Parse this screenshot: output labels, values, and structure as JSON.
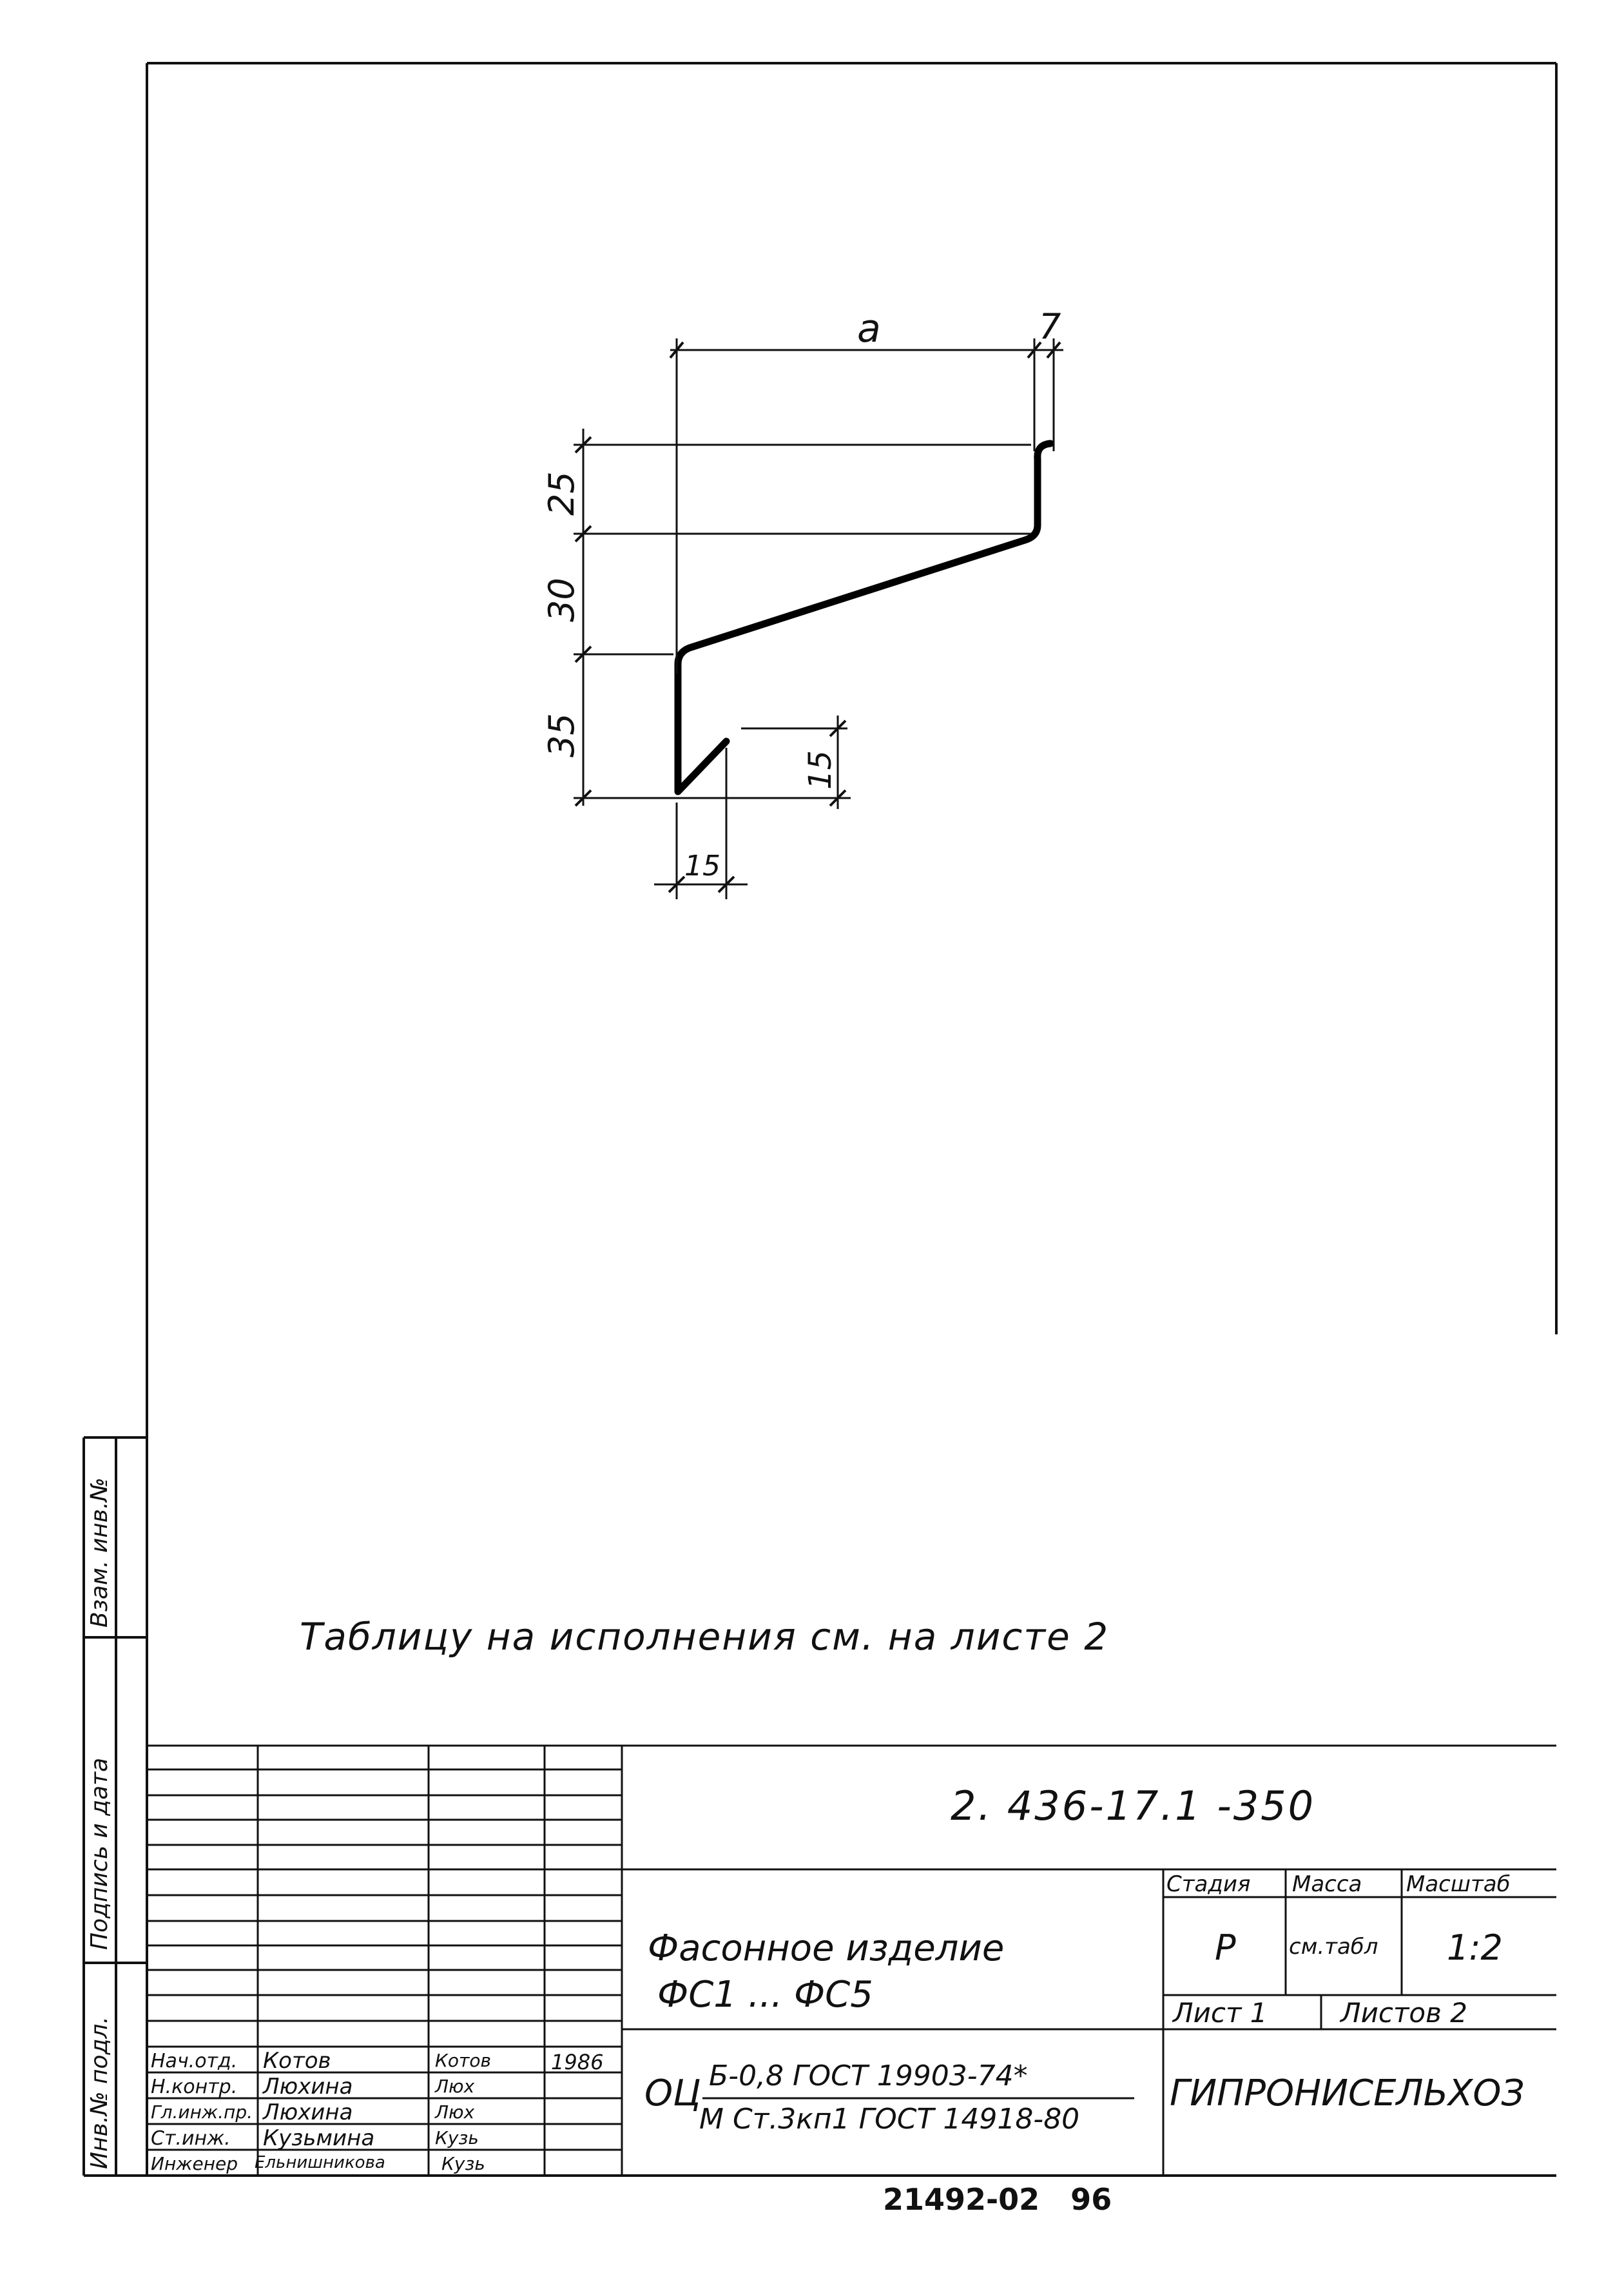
{
  "drawing": {
    "dimensions": {
      "width_label": "a",
      "gap_label": "7",
      "top_label": "25",
      "middle_label": "30",
      "bottom_label": "35",
      "hook_height_label": "15",
      "hook_width_label": "15"
    }
  },
  "note": "Таблицу на исполнения см. на листе 2",
  "side_stamp": {
    "inv_podl": "Инв.№ подл.",
    "podpis_data": "Подпись и дата",
    "vzam_inv": "Взам. инв.№"
  },
  "title_block": {
    "doc_number": "2. 436-17.1 -350",
    "name_line1": "Фасонное изделие",
    "name_line2": "ФС1 ... ФС5",
    "headers": {
      "stage": "Стадия",
      "mass": "Масса",
      "scale": "Масштаб"
    },
    "stage_value": "Р",
    "mass_value": "см.табл",
    "scale_value": "1:2",
    "sheet": "Лист 1",
    "sheets": "Листов 2",
    "material_prefix": "ОЦ",
    "material_top": "Б-0,8 ГОСТ 19903-74*",
    "material_bottom": "М Ст.3кп1 ГОСТ 14918-80",
    "organization": "ГИПРОНИСЕЛЬХОЗ",
    "signatures": [
      {
        "role": "Нач.отд.",
        "name": "Котов",
        "sign": "Котов",
        "date": "1986"
      },
      {
        "role": "Н.контр.",
        "name": "Люхина",
        "sign": "Люх",
        "date": ""
      },
      {
        "role": "Гл.инж.пр.",
        "name": "Люхина",
        "sign": "Люх",
        "date": ""
      },
      {
        "role": "Ст.инж.",
        "name": "Кузьмина",
        "sign": "Кузь",
        "date": ""
      },
      {
        "role": "Инженер",
        "name": "Ельнишникова",
        "sign": "Кузь",
        "date": ""
      }
    ]
  },
  "footer_code": "21492-02   96"
}
